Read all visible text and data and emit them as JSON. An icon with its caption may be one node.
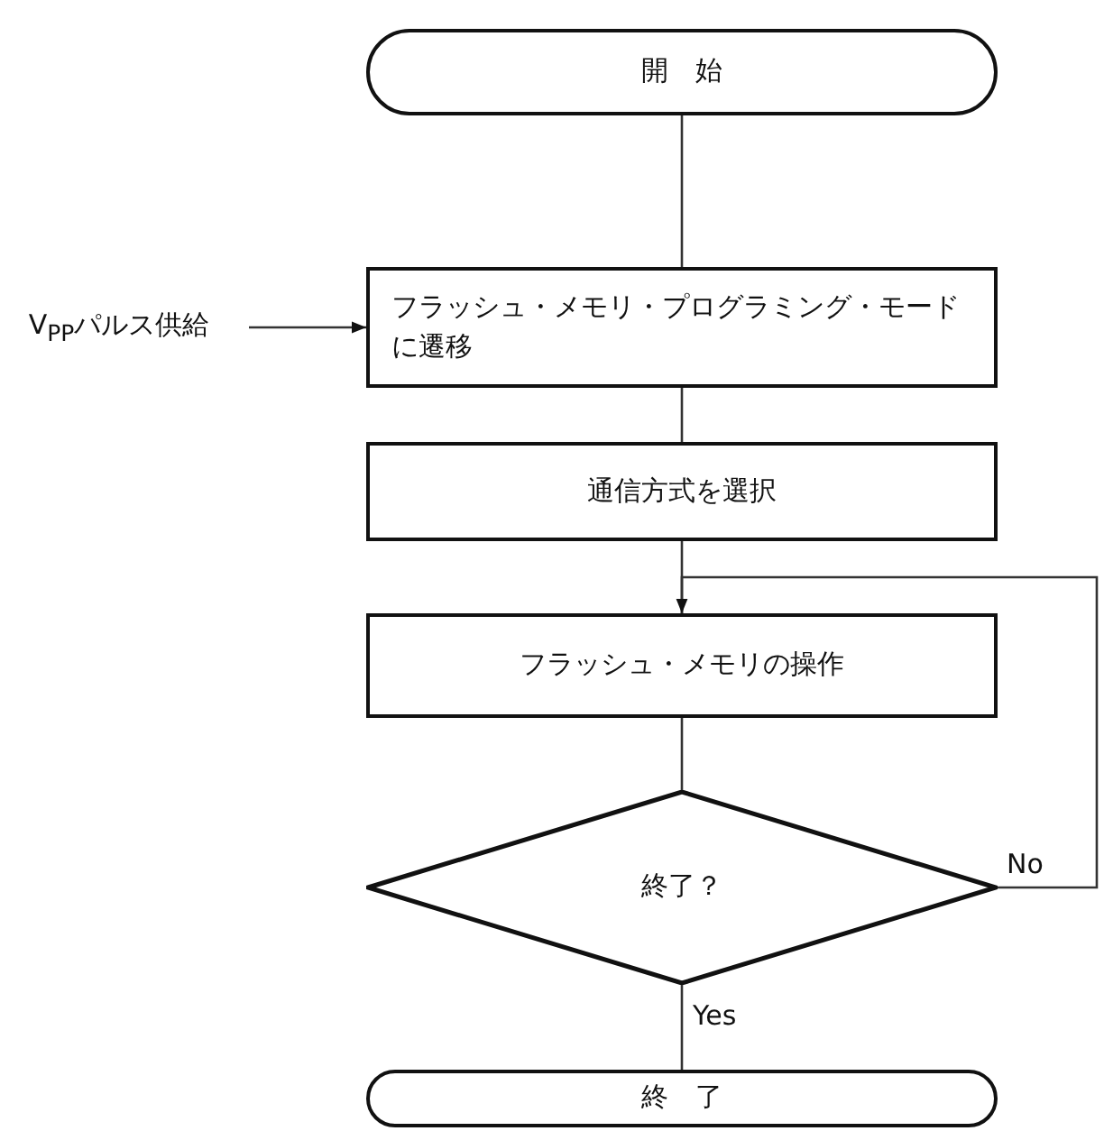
{
  "diagram": {
    "nodes": [
      {
        "text": [
          "開　始"
        ]
      },
      {
        "text": [
          "V$_{PP}$パルス供給"
        ]
      },
      {
        "text": [
          "フラッシュ・メモリ・プログラミング・モードに遷移"
        ]
      },
      {
        "text": [
          "通信方式を選択"
        ]
      },
      {
        "text": [
          "フラッシュ・メモリの操作"
        ]
      },
      {
        "text": [
          "終了？"
        ]
      },
      {
        "text": [
          "終　了"
        ]
      }
    ],
    "edges": [
      {
        "from": 0,
        "to": 2,
        "arrow": "none"
      },
      {
        "from": 1,
        "to": 2,
        "arrow": "to"
      },
      {
        "from": 2,
        "to": 3,
        "arrow": "none"
      },
      {
        "from": 3,
        "to": 4,
        "arrow": "none"
      },
      {
        "from": 4,
        "to": 5,
        "arrow": "none"
      },
      {
        "from": 5,
        "to": 6,
        "arrow": "none",
        "label": "Yes"
      },
      {
        "from": 5,
        "to": 4,
        "arrow": "to",
        "label": "No"
      }
    ]
  }
}
